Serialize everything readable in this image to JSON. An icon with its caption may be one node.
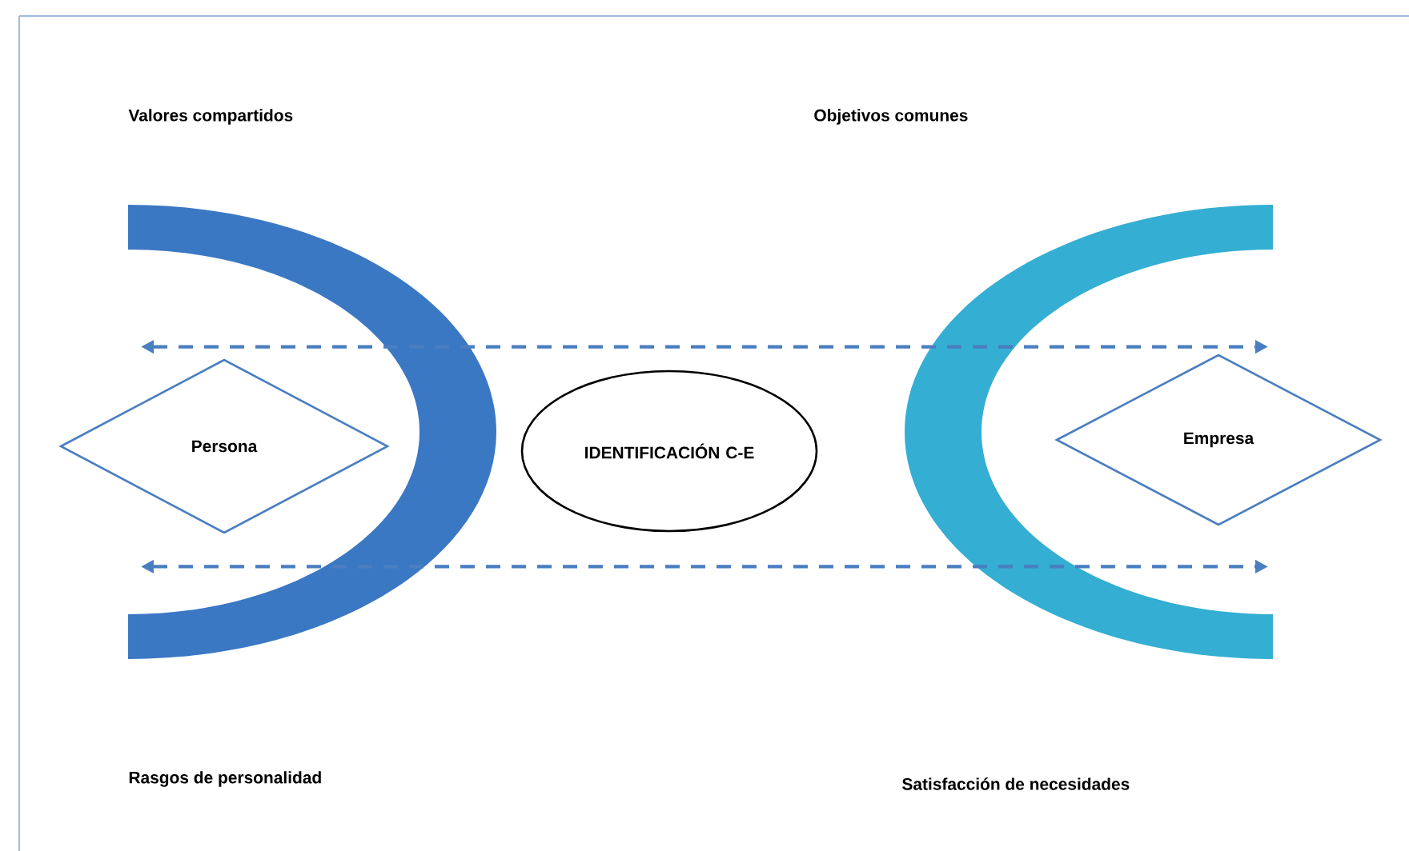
{
  "diagram": {
    "nodes": [
      {
        "text": [
          "Persona"
        ]
      },
      {
        "text": [
          "IDENTIFICACIÓN C-E"
        ]
      },
      {
        "text": [
          "Empresa"
        ]
      }
    ],
    "edges": [
      {
        "from": 0,
        "to": 2,
        "arrow": "both",
        "style": "dashed"
      },
      {
        "from": 0,
        "to": 2,
        "arrow": "both",
        "style": "dashed"
      }
    ],
    "labels": [
      "Valores compartidos",
      "Objetivos comunes",
      "Rasgos de personalidad",
      "Satisfacción de necesidades"
    ]
  }
}
